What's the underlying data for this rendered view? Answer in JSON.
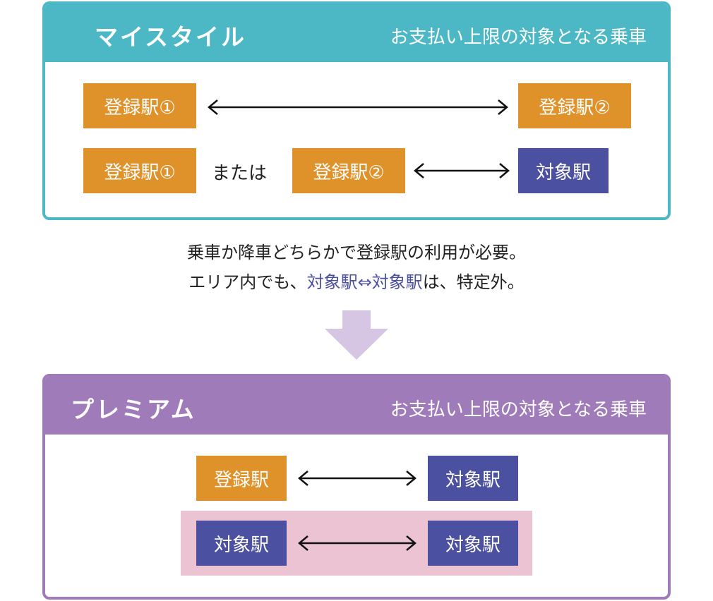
{
  "colors": {
    "teal": "#4db8c5",
    "purple": "#a07bba",
    "orange": "#e0922a",
    "indigo": "#4b50a1",
    "pink_highlight": "#ebc3d3",
    "down_arrow": "#d6c6e3"
  },
  "mystyle": {
    "name": "マイスタイル",
    "subtitle": "お支払い上限の対象となる乗車",
    "row1": {
      "left": "登録駅①",
      "right": "登録駅②"
    },
    "row2": {
      "a": "登録駅①",
      "or": "または",
      "b": "登録駅②",
      "right": "対象駅"
    }
  },
  "note": {
    "line1": "乗車か降車どちらかで登録駅の利用が必要。",
    "line2_prefix": "エリア内でも、",
    "line2_highlight": "対象駅⇔対象駅",
    "line2_suffix": "は、特定外。"
  },
  "premium": {
    "name": "プレミアム",
    "subtitle": "お支払い上限の対象となる乗車",
    "row1": {
      "left": "登録駅",
      "right": "対象駅"
    },
    "row2": {
      "left": "対象駅",
      "right": "対象駅"
    }
  }
}
